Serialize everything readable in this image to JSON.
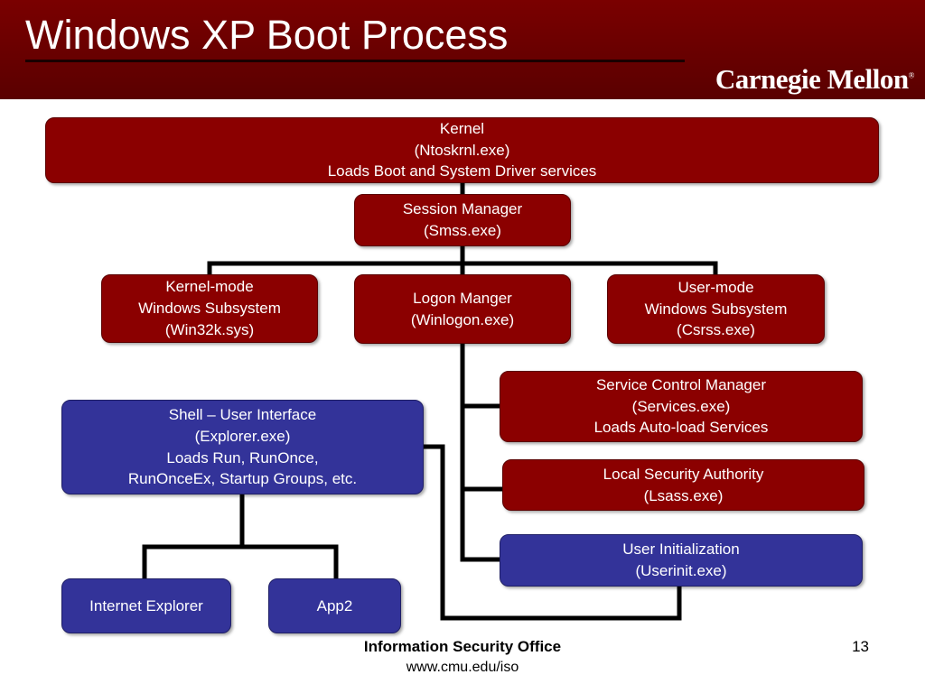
{
  "slide": {
    "title": "Windows XP Boot Process",
    "logo_text": "Carnegie Mellon",
    "logo_mark": "®",
    "header_color": "#6e0000"
  },
  "nodes": {
    "kernel": "Kernel\n(Ntoskrnl.exe)\nLoads Boot and System Driver services",
    "session_manager": "Session Manager\n(Smss.exe)",
    "kernel_mode": "Kernel-mode\nWindows Subsystem\n(Win32k.sys)",
    "logon_manager": "Logon Manger\n(Winlogon.exe)",
    "user_mode": "User-mode\nWindows Subsystem\n(Csrss.exe)",
    "service_control": "Service Control Manager\n(Services.exe)\nLoads Auto-load Services",
    "shell": "Shell – User Interface\n(Explorer.exe)\nLoads Run, RunOnce,\nRunOnceEx, Startup Groups, etc.",
    "lsa": "Local Security Authority\n(Lsass.exe)",
    "user_init": "User Initialization\n(Userinit.exe)",
    "internet_explorer": "Internet Explorer",
    "app2": "App2"
  },
  "colors": {
    "red_box": "#8b0000",
    "blue_box": "#333399",
    "connector": "#000000"
  },
  "footer": {
    "office": "Information Security Office",
    "url": "www.cmu.edu/iso",
    "page_number": "13"
  }
}
